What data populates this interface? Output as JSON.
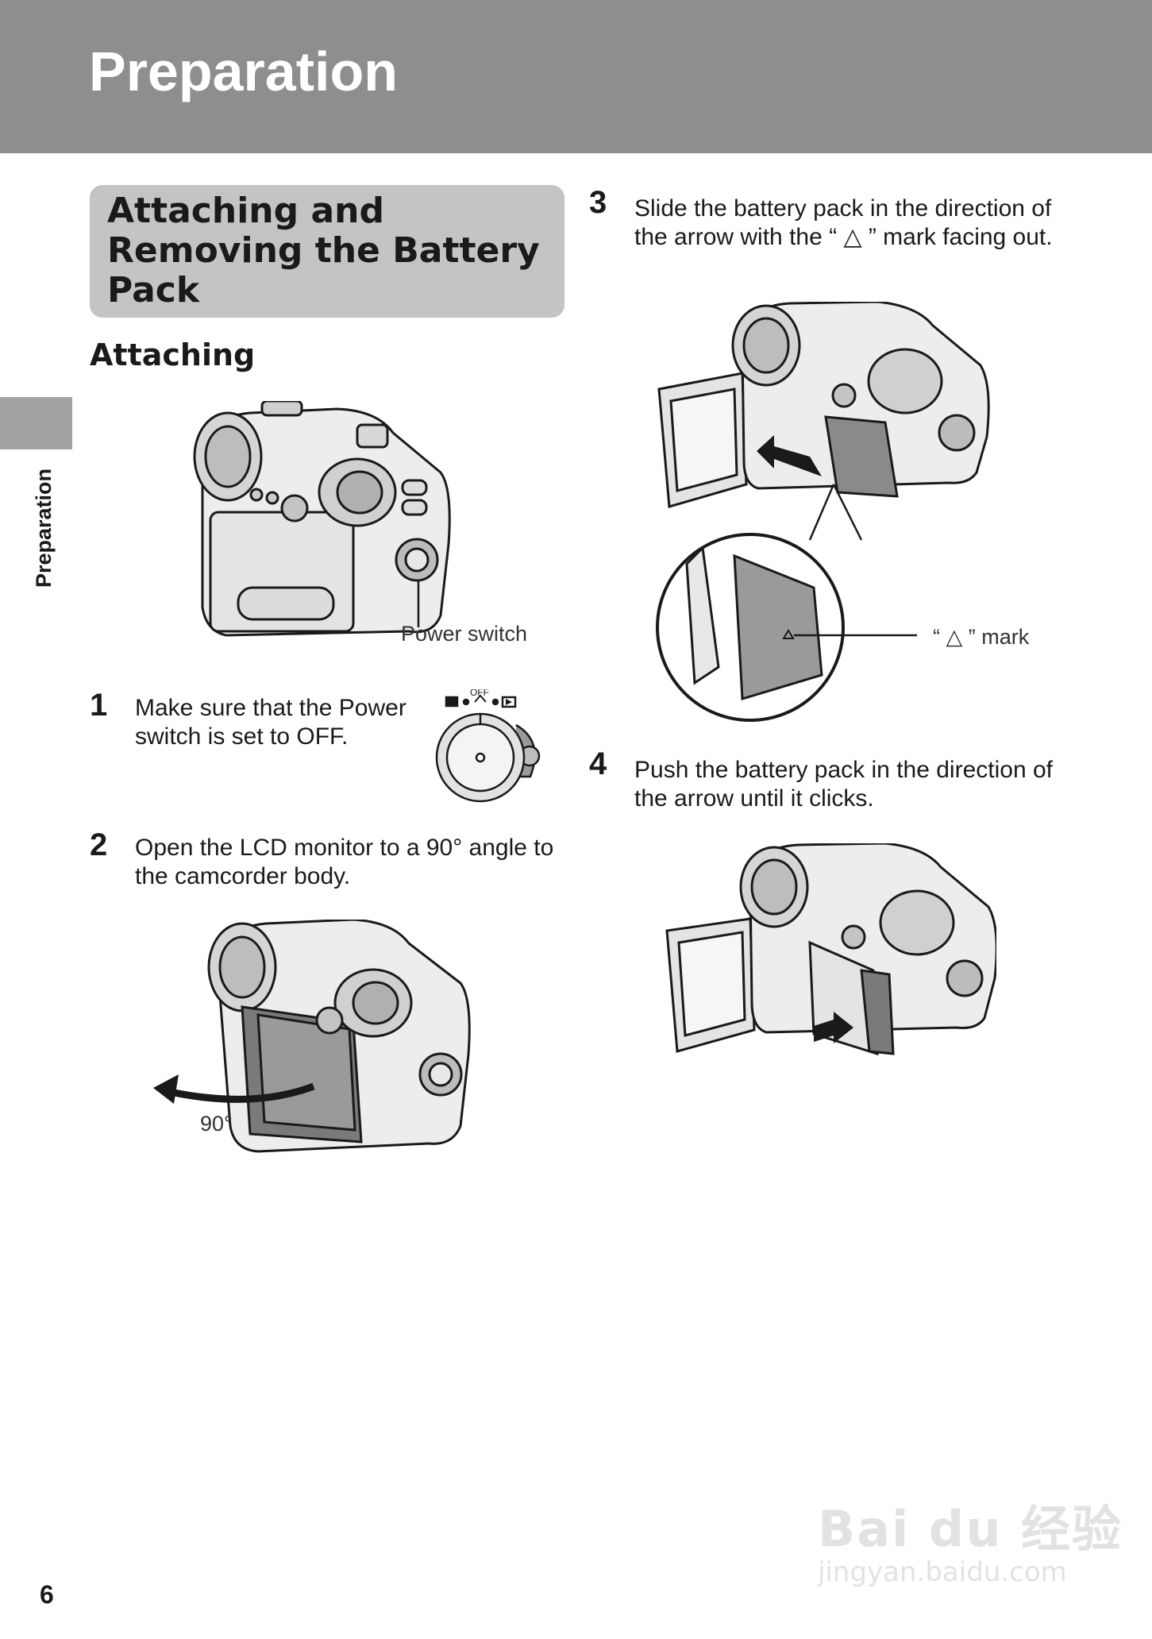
{
  "header": {
    "title": "Preparation"
  },
  "side_tab": {
    "label": "Preparation"
  },
  "section": {
    "title": "Attaching and Removing the Battery Pack"
  },
  "sub_heading": "Attaching",
  "captions": {
    "power_switch": "Power switch",
    "angle": "90°",
    "mark": "“ △ ” mark",
    "dial_off": "OFF"
  },
  "steps": [
    {
      "num": "1",
      "text": "Make sure that the Power switch is set to OFF."
    },
    {
      "num": "2",
      "text": "Open the LCD monitor to a 90° angle to the camcorder body."
    },
    {
      "num": "3",
      "text": "Slide the battery pack in the direction of the arrow with the “ △ ” mark facing out."
    },
    {
      "num": "4",
      "text": "Push the battery pack in the direction of the arrow until it clicks."
    }
  ],
  "page_number": "6",
  "watermark": {
    "main": "Bai du 经验",
    "sub": "jingyan.baidu.com"
  }
}
